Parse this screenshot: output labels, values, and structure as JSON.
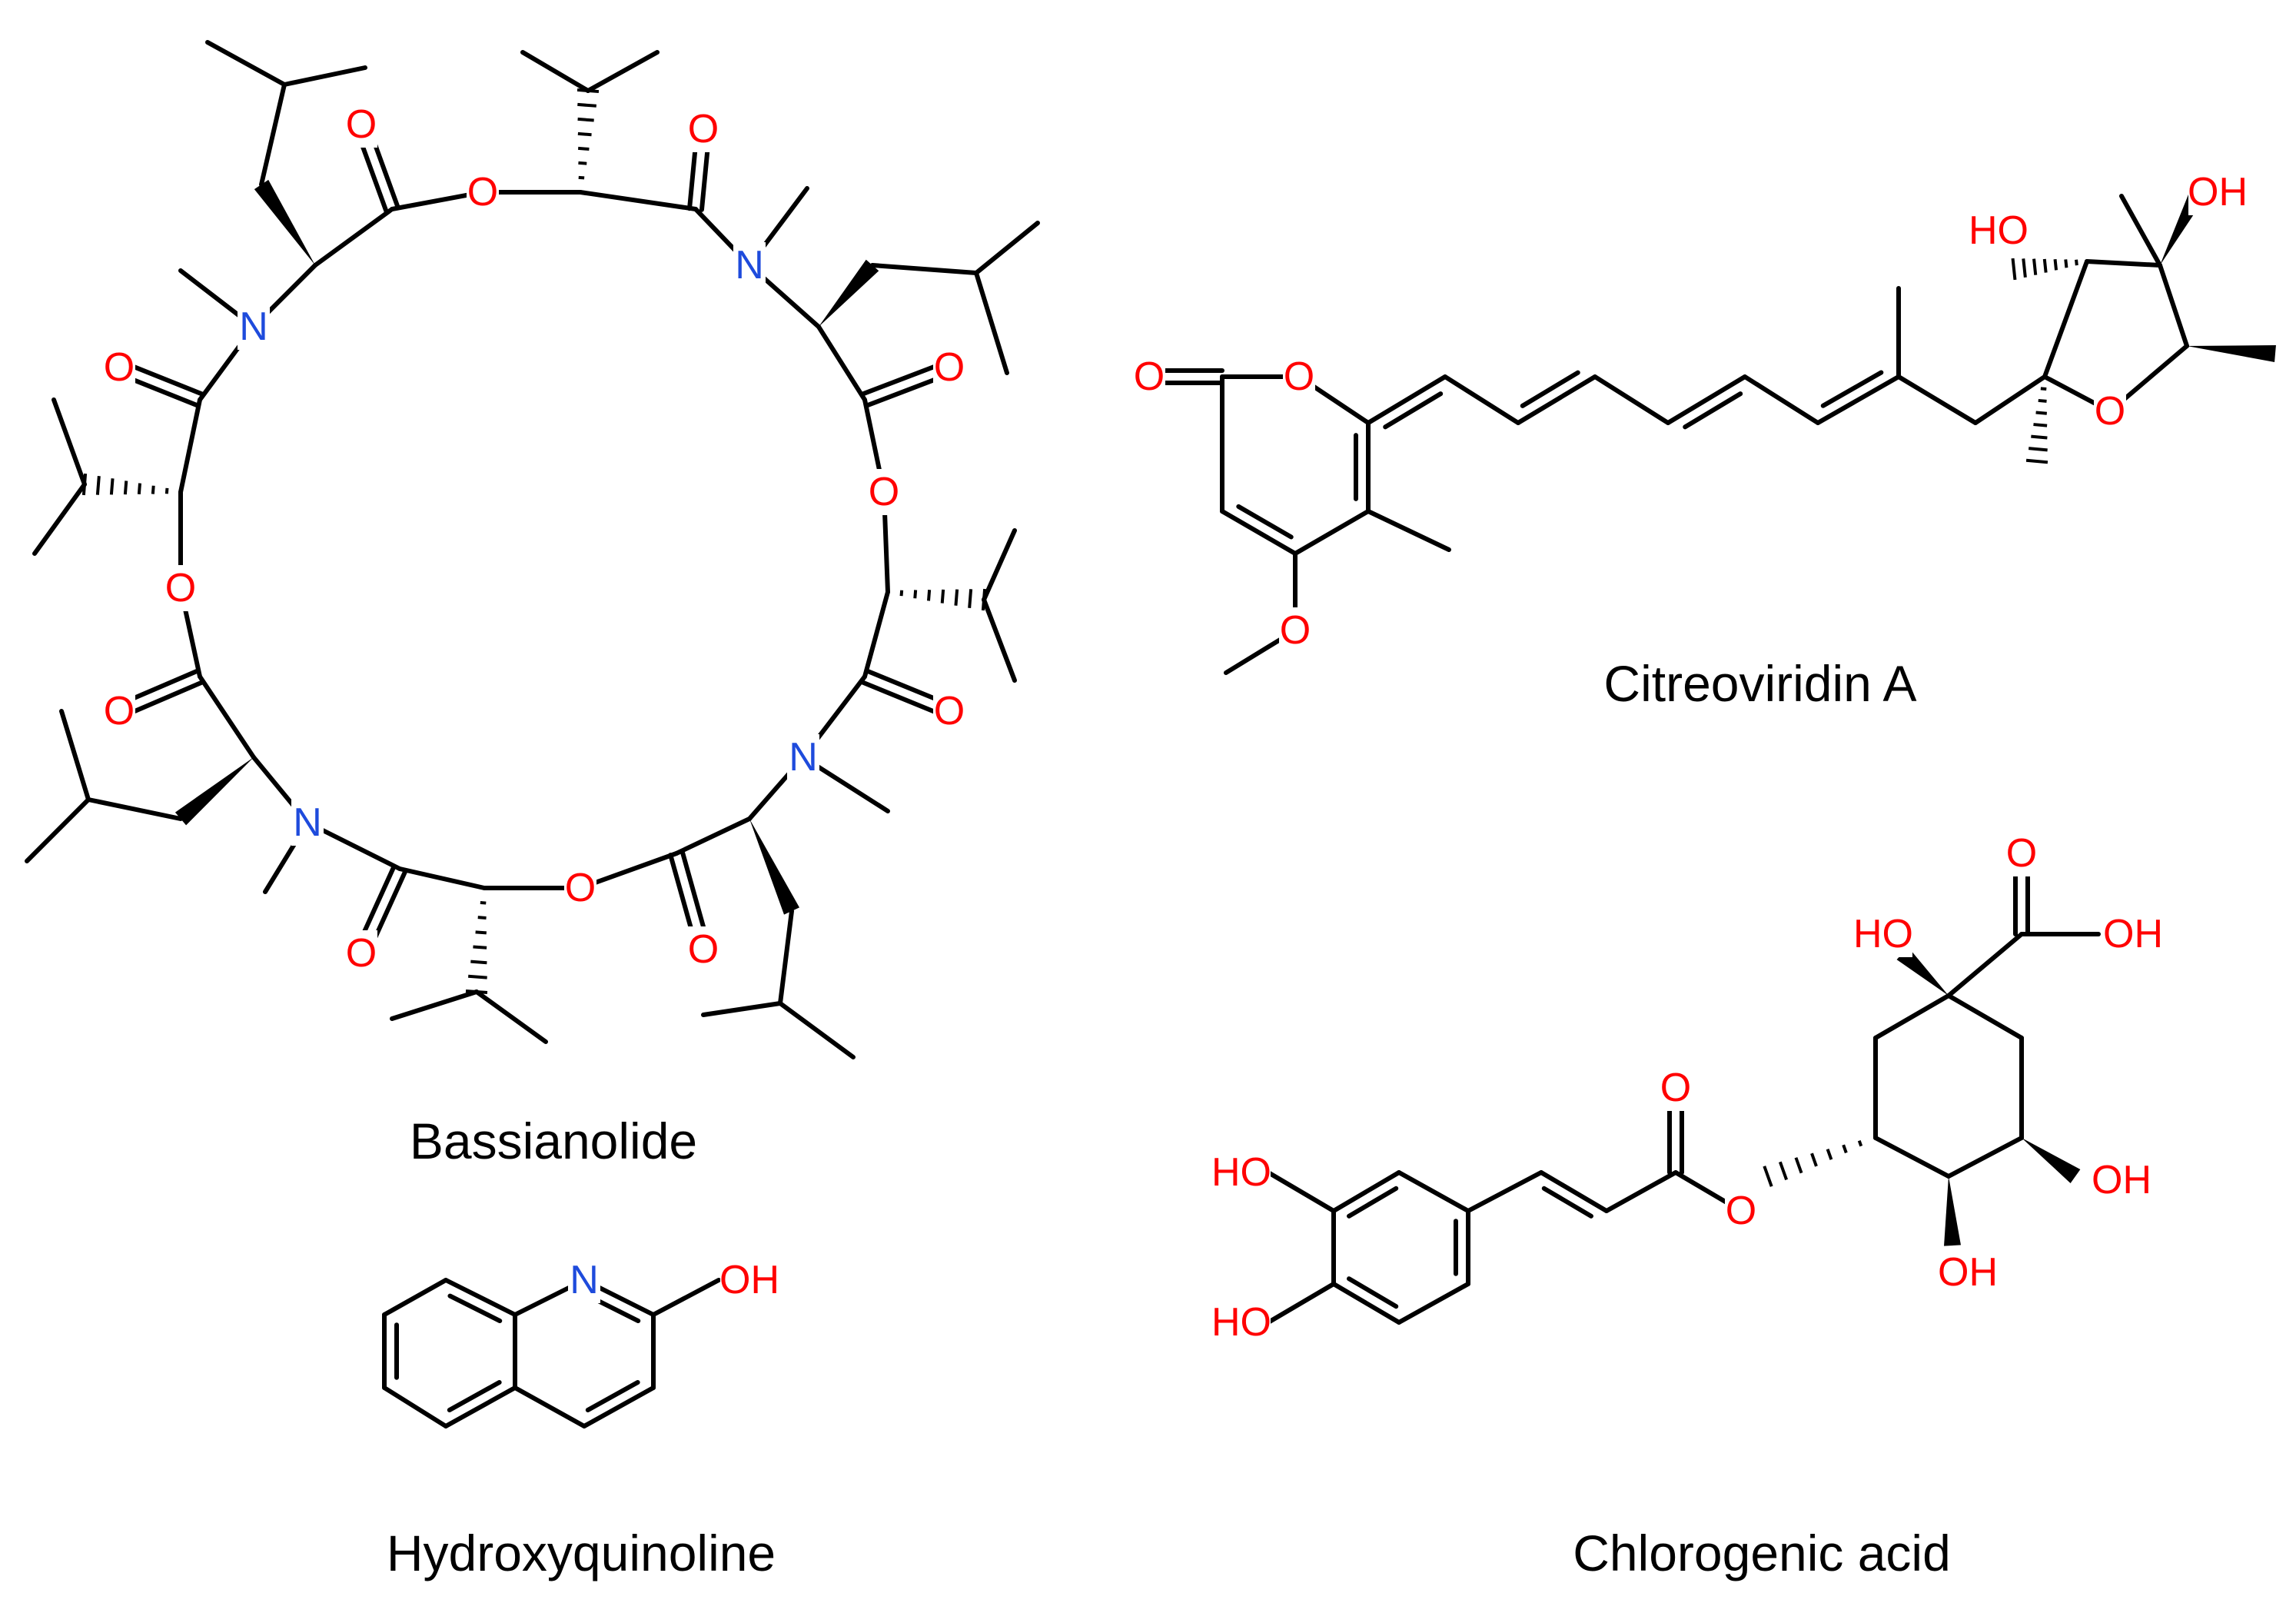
{
  "colors": {
    "bond": "#000000",
    "O": "#ff0000",
    "N": "#1e4bdc",
    "C": "#000000"
  },
  "compounds": [
    {
      "id": "bassianolide",
      "name": "Bassianolide"
    },
    {
      "id": "citreoviridin",
      "name": "Citreoviridin A"
    },
    {
      "id": "hydroxyquinoline",
      "name": "Hydroxyquinoline"
    },
    {
      "id": "chlorogenic",
      "name": "Chlorogenic acid"
    }
  ],
  "atom_labels": {
    "O": "O",
    "N": "N",
    "OH": "OH",
    "HO": "HO"
  }
}
